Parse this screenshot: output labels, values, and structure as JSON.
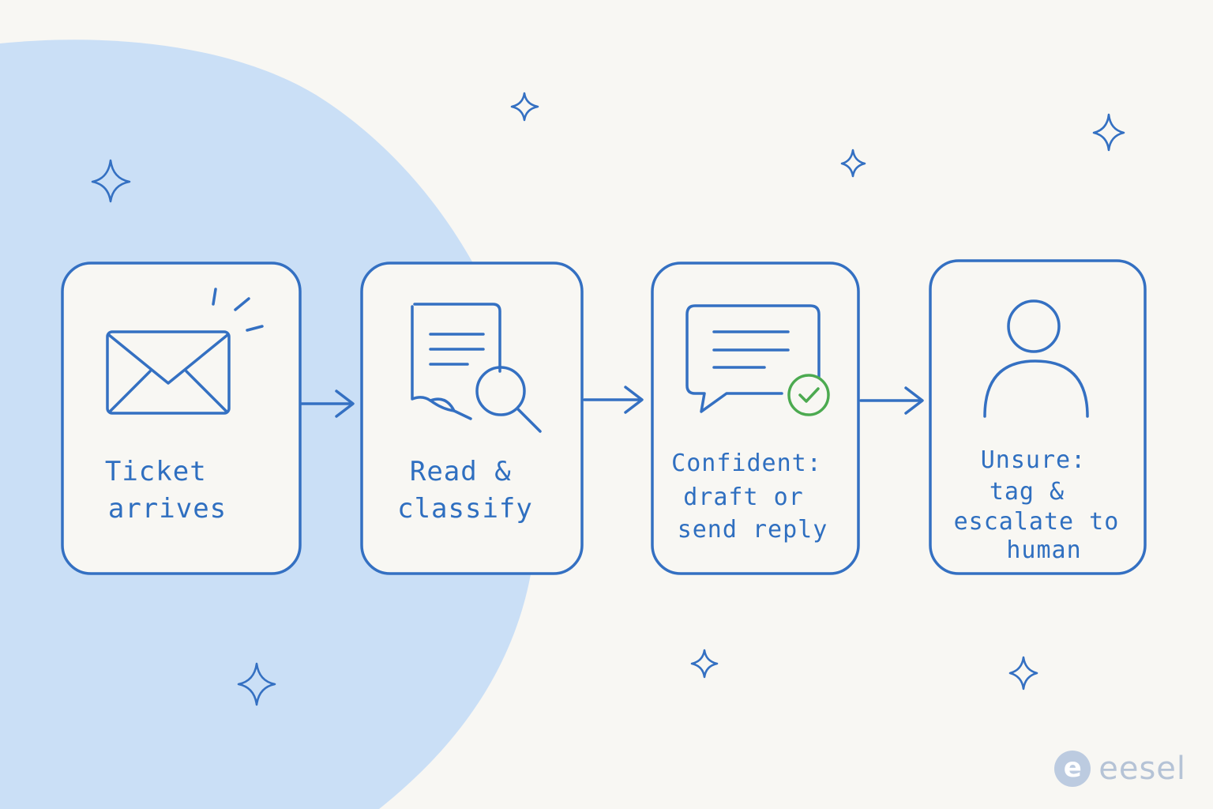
{
  "steps": [
    {
      "id": "ticket",
      "icon": "envelope-icon",
      "lines": [
        "Ticket",
        "arrives"
      ]
    },
    {
      "id": "classify",
      "icon": "document-magnifier-icon",
      "lines": [
        "Read &",
        "classify"
      ]
    },
    {
      "id": "confident",
      "icon": "chat-check-icon",
      "lines": [
        "Confident:",
        "draft or",
        "send reply"
      ]
    },
    {
      "id": "unsure",
      "icon": "person-icon",
      "lines": [
        "Unsure:",
        "tag &",
        "escalate to",
        "human"
      ]
    }
  ],
  "brand": {
    "name": "eesel",
    "mark": "e"
  },
  "colors": {
    "ink": "#3470c2",
    "blob": "#cadff6",
    "background": "#f8f7f3",
    "check": "#4caa50",
    "brand": "#b5c3d6"
  }
}
